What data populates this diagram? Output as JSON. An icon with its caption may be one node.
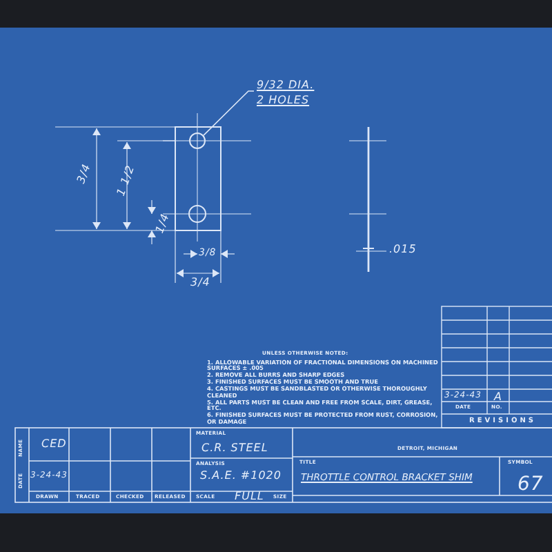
{
  "diagram": {
    "nodes": [
      {
        "text": [
          "9/32 DIA.",
          "2 HOLES"
        ]
      },
      {
        "text": [],
        "shape": "circle"
      }
    ],
    "edges": [
      {
        "from": 0,
        "to": 1,
        "arrow": "none"
      }
    ],
    "labels": [
      "3/4",
      "1 1/2",
      "1/4",
      "3/8",
      "3/4",
      ".015",
      "UNLESS OTHERWISE NOTED:",
      "1. ALLOWABLE VARIATION OF FRACTIONAL DIMENSIONS ON MACHINED SURFACES ± .005",
      "2. REMOVE ALL BURRS AND SHARP EDGES",
      "3. FINISHED SURFACES MUST BE SMOOTH AND TRUE",
      "4. CASTINGS MUST BE SANDBLASTED OR OTHERWISE THOROUGHLY CLEANED",
      "5. ALL PARTS MUST BE CLEAN AND FREE FROM SCALE, DIRT, GREASE, ETC.",
      "6. FINISHED SURFACES MUST BE PROTECTED FROM RUST, CORROSION, OR DAMAGE",
      "3-24-43",
      "A",
      "DATE",
      "NO.",
      "REVISIONS",
      "NAME",
      "CED",
      "DATE",
      "3-24-43",
      "DRAWN",
      "TRACED",
      "CHECKED",
      "RELEASED",
      "MATERIAL",
      "C.R. STEEL",
      "ANALYSIS",
      "S.A.E. #1020",
      "SCALE",
      "FULL",
      "SIZE",
      "DETROIT, MICHIGAN",
      "TITLE",
      "THROTTLE CONTROL BRACKET SHIM",
      "SYMBOL",
      "67"
    ]
  }
}
